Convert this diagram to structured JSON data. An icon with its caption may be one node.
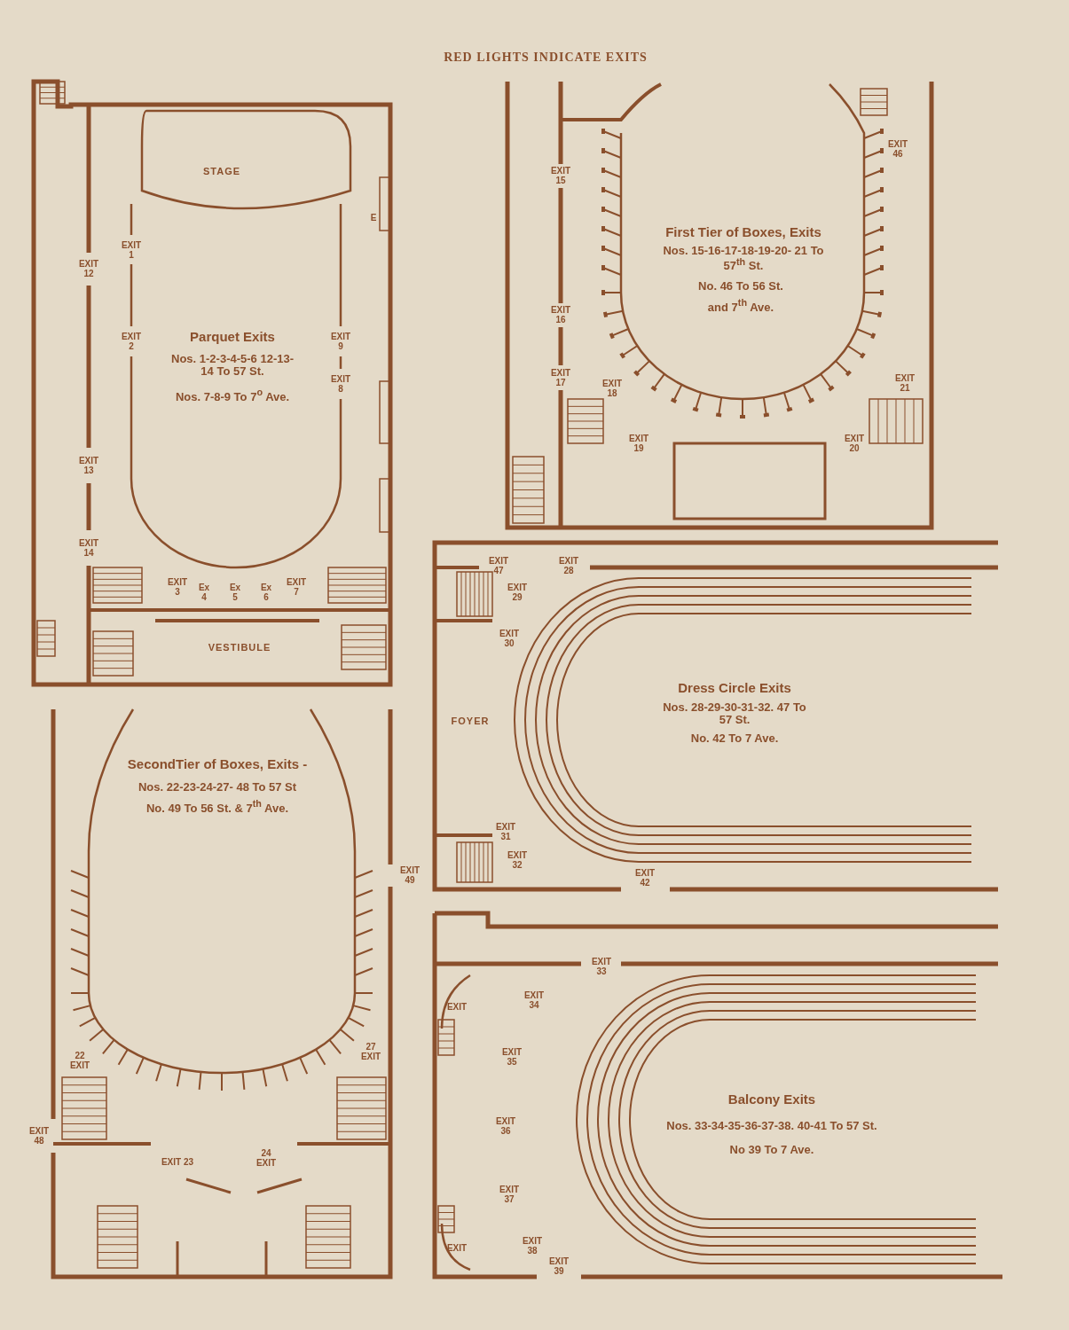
{
  "diagram": {
    "title": "RED LIGHTS INDICATE EXITS",
    "labels": [
      "STAGE",
      "E",
      "EXIT 1",
      "EXIT 12",
      "EXIT 2",
      "Parquet Exits",
      "Nos. 1-2-3-4-5-6 12-13-14 To 57 St.",
      "Nos. 7-8-9 To 7$^{o}$ Ave.",
      "EXIT 9",
      "EXIT 8",
      "EXIT 13",
      "EXIT 14",
      "EXIT 3",
      "Ex 4",
      "Ex 5",
      "Ex 6",
      "EXIT 7",
      "VESTIBULE",
      "EXIT 15",
      "EXIT 46",
      "First Tier of Boxes, Exits",
      "Nos. 15-16-17-18-19-20- 21 To 57$^{th}$ St.",
      "No. 46 To 56 St.",
      "and 7$^{th}$ Ave.",
      "EXIT 16",
      "EXIT 17",
      "EXIT 18",
      "EXIT 21",
      "EXIT 19",
      "EXIT 20",
      "EXIT 47",
      "EXIT 28",
      "EXIT 29",
      "EXIT 30",
      "FOYER",
      "Dress Circle Exits",
      "Nos. 28-29-30-31-32. 47 To 57 St.",
      "No. 42 To 7 Ave.",
      "EXIT 31",
      "EXIT 32",
      "EXIT 42",
      "SecondTier of Boxes, Exits -",
      "Nos. 22-23-24-27- 48 To 57 St",
      "No. 49 To 56 St. & 7$^{th}$ Ave.",
      "EXIT 49",
      "22 EXIT",
      "27 EXIT",
      "EXIT 48",
      "EXIT 23",
      "24 EXIT",
      "EXIT 33",
      "EXIT",
      "EXIT 34",
      "EXIT 35",
      "Balcony Exits",
      "Nos. 33-34-35-36-37-38. 40-41 To 57 St.",
      "No 39 To 7 Ave.",
      "EXIT 36",
      "EXIT 37",
      "EXIT 38",
      "EXIT",
      "EXIT 39"
    ]
  }
}
